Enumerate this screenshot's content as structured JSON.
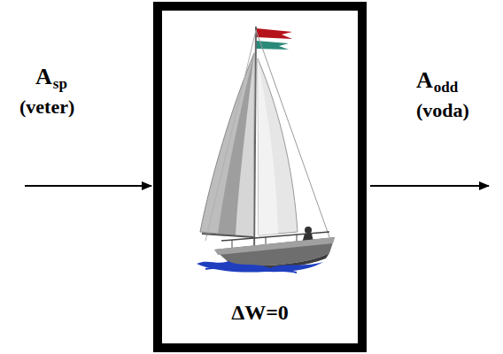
{
  "diagram": {
    "nodes": [
      {
        "text": [
          "ΔW=0"
        ]
      }
    ],
    "labels": [
      "A",
      "sp",
      "(veter)",
      "A",
      "odd",
      "(voda)"
    ]
  }
}
